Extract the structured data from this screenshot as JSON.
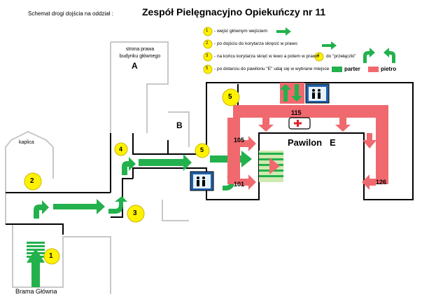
{
  "header": {
    "subtitle": "Schemat drogi dojścia na oddział :",
    "title": "Zespół Pielęgnacyjno Opiekuńczy nr  11"
  },
  "legend": {
    "items": [
      {
        "number": "1",
        "text": "- wejść głównym wejściem"
      },
      {
        "number": "2",
        "text": "- po dojściu do korytarza skręcić w prawo"
      },
      {
        "number": "3",
        "text": "- na końcu korytarza skręć w lewo a potem w prawo"
      },
      {
        "number": "4",
        "text": "do  \"przełączki\""
      },
      {
        "number": "5",
        "text": "- po dotarciu do pawilonu  \"E\"  udaj się w wybrane miejsce"
      }
    ],
    "parter_label": "parter",
    "pietro_label": "pietro",
    "parter_color": "#22b14c",
    "pietro_color": "#f0696e"
  },
  "map": {
    "kaplica_label": "kaplica",
    "building_a_note": "strona prawa\nbudynku głównego",
    "building_a_label": "A",
    "building_b_label": "B",
    "pavilion_label": "Pawilon   E",
    "rooms": [
      "115",
      "105",
      "101",
      "126"
    ],
    "markers": [
      "1",
      "2",
      "3",
      "4",
      "5",
      "5"
    ],
    "entrance_label": "Brama Główna"
  },
  "colors": {
    "green_arrow": "#22b14c",
    "red_arrow": "#f0696e",
    "marker_fill": "#fff200",
    "wall": "#000000",
    "light_wall": "#c8c8c8"
  }
}
